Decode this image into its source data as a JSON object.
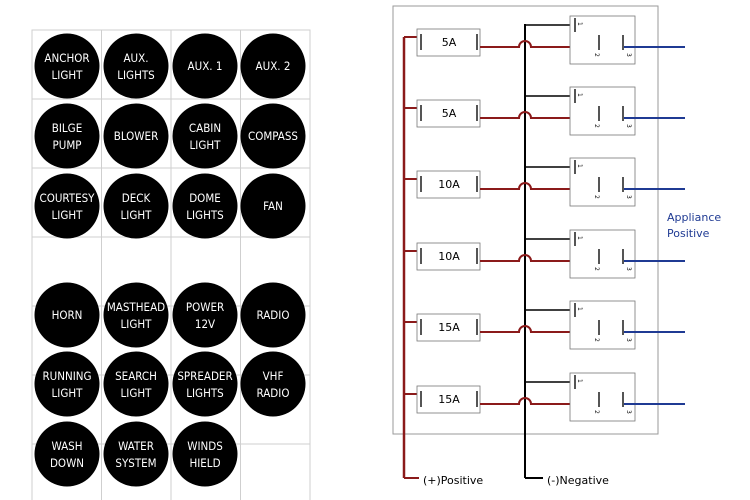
{
  "labels": {
    "title": "Switch panel labels",
    "items": [
      [
        "ANCHOR",
        "LIGHT"
      ],
      [
        "AUX.",
        "LIGHTS"
      ],
      [
        "AUX. 1"
      ],
      [
        "AUX. 2"
      ],
      [
        "BILGE",
        "PUMP"
      ],
      [
        "BLOWER"
      ],
      [
        "CABIN",
        "LIGHT"
      ],
      [
        "COMPASS"
      ],
      [
        "COURTESY",
        "LIGHT"
      ],
      [
        "DECK",
        "LIGHT"
      ],
      [
        "DOME",
        "LIGHTS"
      ],
      [
        "FAN"
      ],
      [
        "HORN"
      ],
      [
        "MASTHEAD",
        "LIGHT"
      ],
      [
        "POWER",
        "12V"
      ],
      [
        "RADIO"
      ],
      [
        "RUNNING",
        "LIGHT"
      ],
      [
        "SEARCH",
        "LIGHT"
      ],
      [
        "SPREADER",
        "LIGHTS"
      ],
      [
        "VHF",
        "RADIO"
      ],
      [
        "WASH",
        "DOWN"
      ],
      [
        "WATER",
        "SYSTEM"
      ],
      [
        "WINDS",
        "HIELD"
      ]
    ]
  },
  "wiring": {
    "fuses": [
      "5A",
      "5A",
      "10A",
      "10A",
      "15A",
      "15A"
    ],
    "positive_label": "(+)Positive",
    "negative_label": "(-)Negative",
    "appliance_label": [
      "Appliance",
      "Positive"
    ],
    "pin_labels": [
      "1",
      "2",
      "3"
    ]
  },
  "colors": {
    "positive": "#8b1a1a",
    "negative": "#000000",
    "appliance": "#1f3a93",
    "label_bg": "#000000",
    "grid": "#cfcfcf"
  }
}
